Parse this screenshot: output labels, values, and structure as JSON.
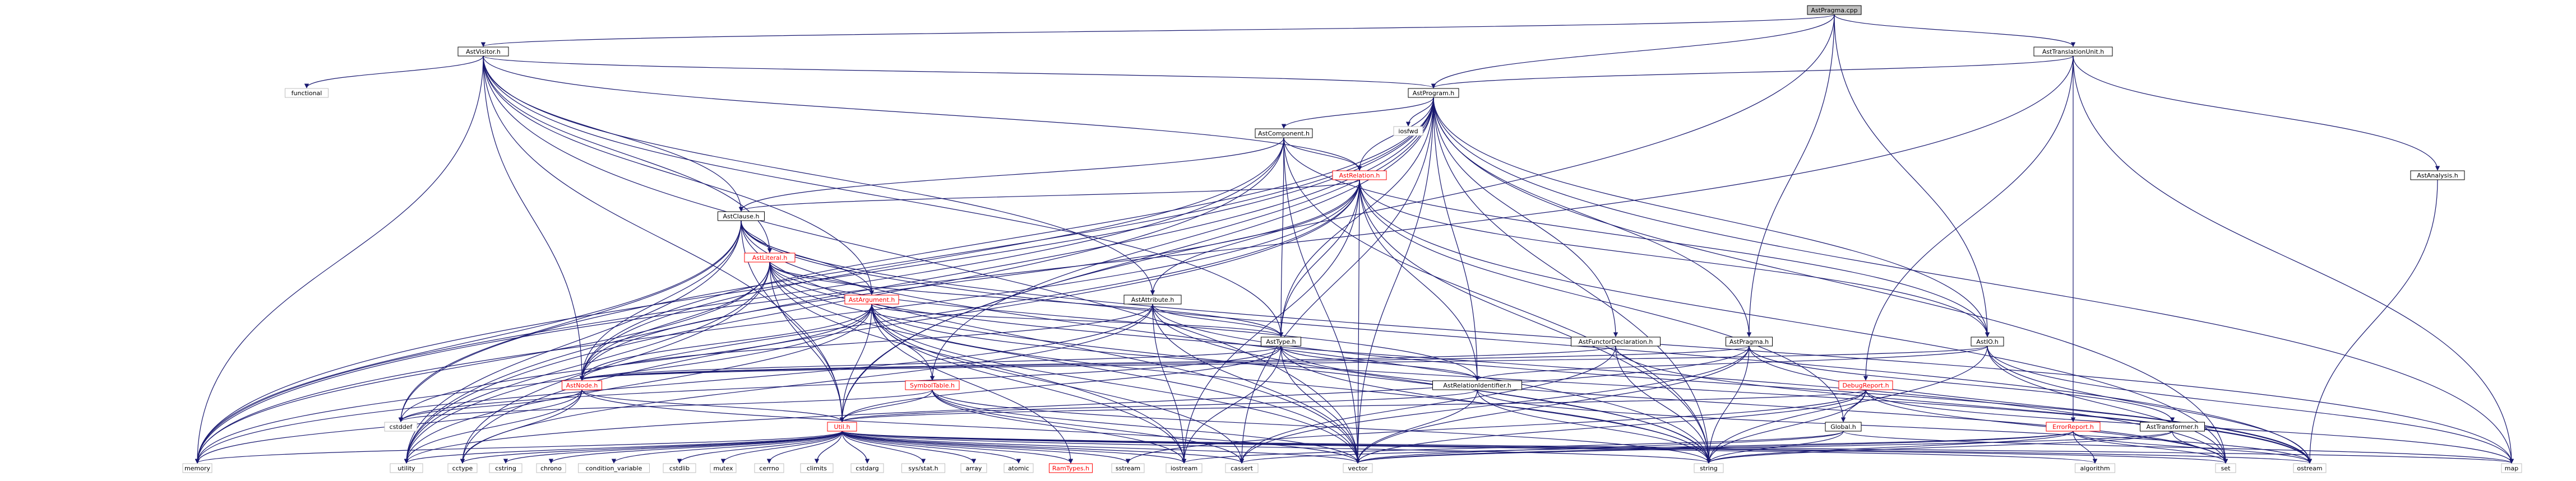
{
  "diagram": {
    "type": "include-dependency-graph",
    "colors": {
      "edge": "#191970",
      "node_border": "#000000",
      "node_fill": "#ffffff",
      "root_fill": "#bfbfbf",
      "red_text": "#ff0000",
      "system_border": "#bfbfbf"
    },
    "nodes": [
      {
        "id": "astpragma_cpp",
        "label": "AstPragma.cpp",
        "style": "root"
      },
      {
        "id": "astvisitor_h",
        "label": "AstVisitor.h",
        "style": "normal"
      },
      {
        "id": "asttranslationunit_h",
        "label": "AstTranslationUnit.h",
        "style": "normal"
      },
      {
        "id": "astprogram_h",
        "label": "AstProgram.h",
        "style": "normal"
      },
      {
        "id": "functional",
        "label": "functional",
        "style": "system"
      },
      {
        "id": "iosfwd",
        "label": "iosfwd",
        "style": "system"
      },
      {
        "id": "astcomponent_h",
        "label": "AstComponent.h",
        "style": "normal"
      },
      {
        "id": "astanalysis_h",
        "label": "AstAnalysis.h",
        "style": "normal"
      },
      {
        "id": "astrelation_h",
        "label": "AstRelation.h",
        "style": "red"
      },
      {
        "id": "astclause_h",
        "label": "AstClause.h",
        "style": "normal"
      },
      {
        "id": "astliteral_h",
        "label": "AstLiteral.h",
        "style": "red"
      },
      {
        "id": "astargument_h",
        "label": "AstArgument.h",
        "style": "red"
      },
      {
        "id": "astattribute_h",
        "label": "AstAttribute.h",
        "style": "normal"
      },
      {
        "id": "asttype_h",
        "label": "AstType.h",
        "style": "normal"
      },
      {
        "id": "astfunctordeclaration_h",
        "label": "AstFunctorDeclaration.h",
        "style": "normal"
      },
      {
        "id": "astpragma_h",
        "label": "AstPragma.h",
        "style": "normal"
      },
      {
        "id": "astio_h",
        "label": "AstIO.h",
        "style": "normal"
      },
      {
        "id": "astnode_h",
        "label": "AstNode.h",
        "style": "red"
      },
      {
        "id": "symboltable_h",
        "label": "SymbolTable.h",
        "style": "red"
      },
      {
        "id": "astrelationidentifier_h",
        "label": "AstRelationIdentifier.h",
        "style": "normal"
      },
      {
        "id": "debugreport_h",
        "label": "DebugReport.h",
        "style": "red"
      },
      {
        "id": "global_h",
        "label": "Global.h",
        "style": "normal"
      },
      {
        "id": "errorreport_h",
        "label": "ErrorReport.h",
        "style": "red"
      },
      {
        "id": "asttransformer_h",
        "label": "AstTransformer.h",
        "style": "normal"
      },
      {
        "id": "util_h",
        "label": "Util.h",
        "style": "red"
      },
      {
        "id": "cstddef",
        "label": "cstddef",
        "style": "system"
      },
      {
        "id": "memory",
        "label": "memory",
        "style": "system"
      },
      {
        "id": "utility",
        "label": "utility",
        "style": "system"
      },
      {
        "id": "cctype",
        "label": "cctype",
        "style": "system"
      },
      {
        "id": "cstring",
        "label": "cstring",
        "style": "system"
      },
      {
        "id": "chrono",
        "label": "chrono",
        "style": "system"
      },
      {
        "id": "condition_variable",
        "label": "condition_variable",
        "style": "system"
      },
      {
        "id": "cstdlib",
        "label": "cstdlib",
        "style": "system"
      },
      {
        "id": "mutex",
        "label": "mutex",
        "style": "system"
      },
      {
        "id": "cerrno",
        "label": "cerrno",
        "style": "system"
      },
      {
        "id": "climits",
        "label": "climits",
        "style": "system"
      },
      {
        "id": "cstdarg",
        "label": "cstdarg",
        "style": "system"
      },
      {
        "id": "sys_stat_h",
        "label": "sys/stat.h",
        "style": "system"
      },
      {
        "id": "array",
        "label": "array",
        "style": "system"
      },
      {
        "id": "atomic",
        "label": "atomic",
        "style": "system"
      },
      {
        "id": "ramtypes_h",
        "label": "RamTypes.h",
        "style": "red"
      },
      {
        "id": "sstream",
        "label": "sstream",
        "style": "system"
      },
      {
        "id": "iostream",
        "label": "iostream",
        "style": "system"
      },
      {
        "id": "cassert",
        "label": "cassert",
        "style": "system"
      },
      {
        "id": "vector",
        "label": "vector",
        "style": "system"
      },
      {
        "id": "string",
        "label": "string",
        "style": "system"
      },
      {
        "id": "algorithm",
        "label": "algorithm",
        "style": "system"
      },
      {
        "id": "set",
        "label": "set",
        "style": "system"
      },
      {
        "id": "ostream",
        "label": "ostream",
        "style": "system"
      },
      {
        "id": "map",
        "label": "map",
        "style": "system"
      }
    ]
  }
}
